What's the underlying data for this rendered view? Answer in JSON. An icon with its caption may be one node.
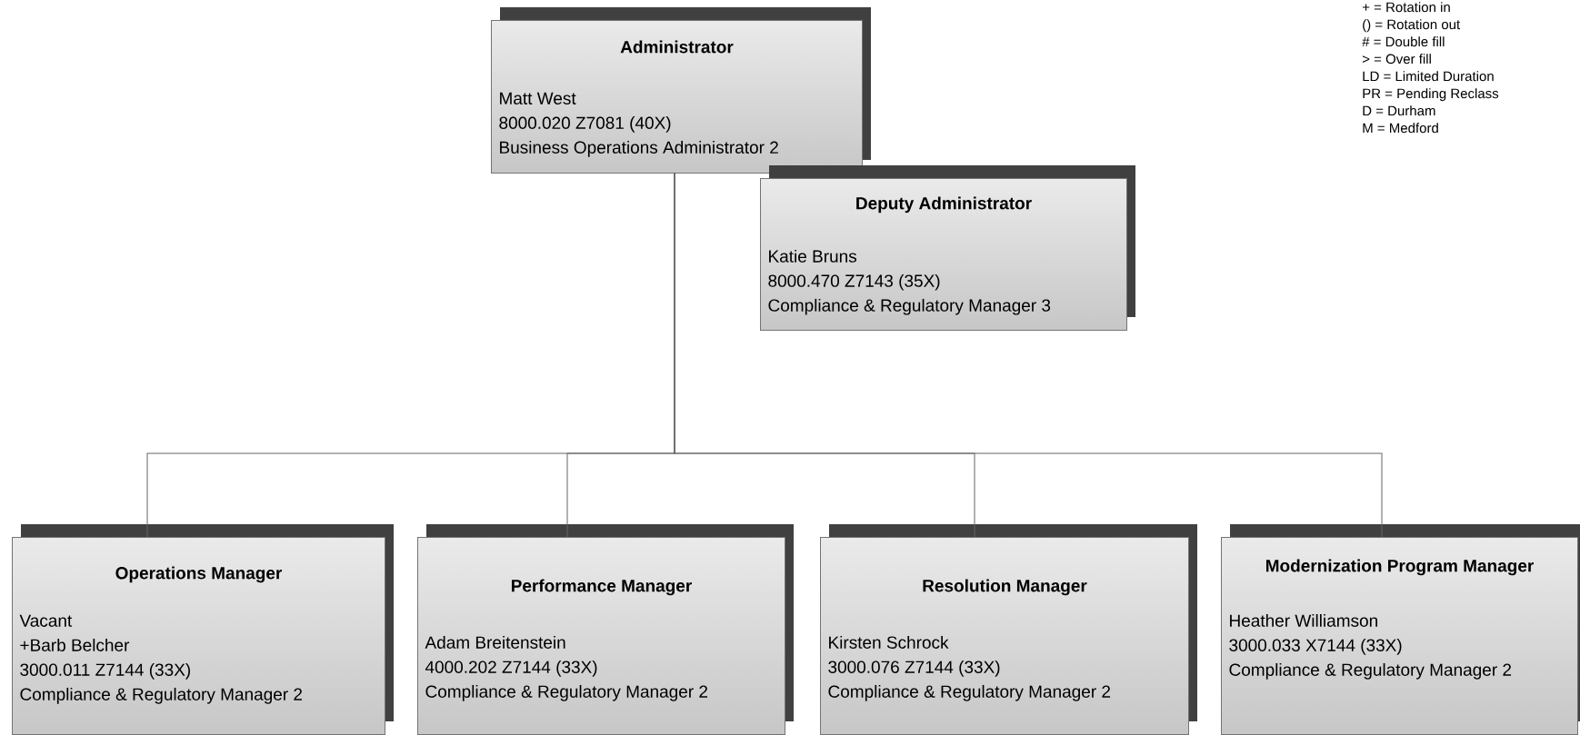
{
  "diagram": {
    "nodes": [
      {
        "text": [
          "Administrator",
          "Matt West",
          "8000.020 Z7081 (40X)",
          "Business Operations Administrator 2"
        ]
      },
      {
        "text": [
          "Deputy Administrator",
          "Katie Bruns",
          "8000.470 Z7143 (35X)",
          "Compliance & Regulatory Manager 3"
        ]
      },
      {
        "text": [
          "Operations Manager",
          "Vacant",
          "+Barb Belcher",
          "3000.011 Z7144 (33X)",
          "Compliance & Regulatory Manager 2"
        ]
      },
      {
        "text": [
          "Performance Manager",
          "Adam Breitenstein",
          "4000.202 Z7144 (33X)",
          "Compliance & Regulatory Manager 2"
        ]
      },
      {
        "text": [
          "Resolution Manager",
          "Kirsten Schrock",
          "3000.076 Z7144 (33X)",
          "Compliance & Regulatory Manager 2"
        ]
      },
      {
        "text": [
          "Modernization Program Manager",
          "Heather Williamson",
          "3000.033 X7144 (33X)",
          "Compliance & Regulatory Manager 2"
        ]
      }
    ],
    "edges": [
      {
        "from": 0,
        "to": 2,
        "arrow": "none"
      },
      {
        "from": 0,
        "to": 3,
        "arrow": "none"
      },
      {
        "from": 0,
        "to": 4,
        "arrow": "none"
      },
      {
        "from": 0,
        "to": 5,
        "arrow": "none"
      }
    ],
    "labels": [
      "+ = Rotation in",
      "() = Rotation out",
      "# = Double fill",
      "> = Over fill",
      "LD = Limited Duration",
      "PR = Pending Reclass",
      "D = Durham",
      "M = Medford"
    ]
  }
}
